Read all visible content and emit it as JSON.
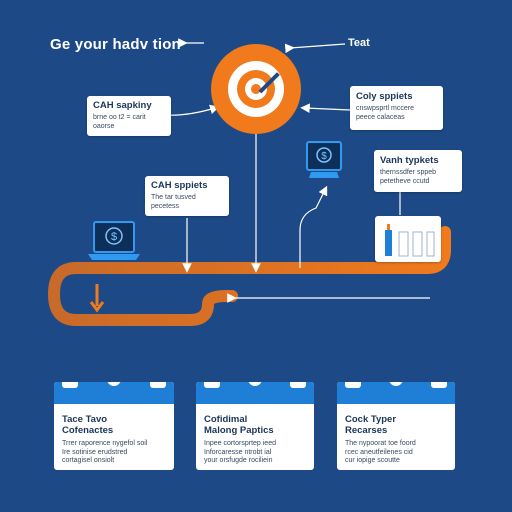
{
  "header": {
    "title": "Ge your hadv tion",
    "target_label": "Teat"
  },
  "colors": {
    "background": "#1d4a86",
    "orange": "#f07a1c",
    "accent_blue": "#1f7fd6",
    "card": "#ffffff"
  },
  "cards": {
    "top_left": {
      "title": "CAH sapkiny",
      "body": [
        "brne oo t2 = carit",
        "oaorse"
      ]
    },
    "mid_left": {
      "title": "CAH sppiets",
      "body": [
        "The tar tusved",
        "pecetess"
      ]
    },
    "top_right": {
      "title": "Coly sppiets",
      "body": [
        "cnswpsprtl mccere",
        "peece calaceas"
      ]
    },
    "mid_right": {
      "title": "Vanh typkets",
      "body": [
        "thernssdfer sppeb",
        "petetheve ccutd"
      ]
    }
  },
  "bottom_cards": [
    {
      "title": [
        "Tace Tavo",
        "Cofenactes"
      ],
      "body": [
        "Trrer raporence nygefol soil",
        "Ire sotinise erudstred",
        "cortagisel onsiolt"
      ]
    },
    {
      "title": [
        "Cofidimal",
        "Malong Paptics"
      ],
      "body": [
        "Inpee cortorsprtep ieed",
        "Inforcaresse ntrobt ial",
        "your orsfugde rociliein"
      ]
    },
    {
      "title": [
        "Cock Typer",
        "Recarses"
      ],
      "body": [
        "The nypoorat toe foord",
        "rcec aneutfeilenes cid",
        "cur iopige scoutte"
      ]
    }
  ],
  "icons": [
    "target-icon",
    "dollar-icon",
    "dollar-icon",
    "bar-chart-icon",
    "heart-bird-icon"
  ]
}
